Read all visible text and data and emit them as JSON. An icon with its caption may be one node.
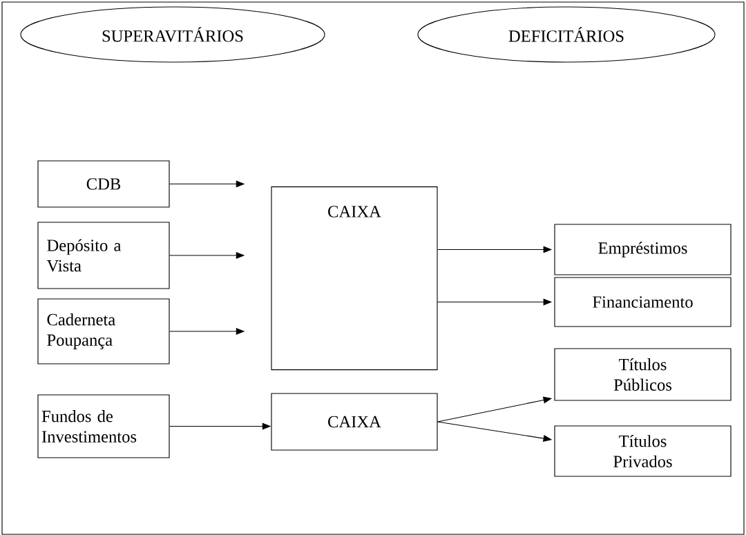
{
  "diagram": {
    "nodes": [
      {
        "text": [
          "SUPERAVITÁRIOS"
        ]
      },
      {
        "text": [
          "DEFICITÁRIOS"
        ]
      },
      {
        "text": [
          "CDB"
        ]
      },
      {
        "text": [
          "Depósito a Vista"
        ]
      },
      {
        "text": [
          "Caderneta Poupança"
        ]
      },
      {
        "text": [
          "Fundos de Investimentos"
        ]
      },
      {
        "text": [
          "CAIXA"
        ]
      },
      {
        "text": [
          "CAIXA"
        ]
      },
      {
        "text": [
          "Empréstimos"
        ]
      },
      {
        "text": [
          "Financiamento"
        ]
      },
      {
        "text": [
          "Títulos Públicos"
        ]
      },
      {
        "text": [
          "Títulos Privados"
        ]
      }
    ],
    "edges": [
      {
        "from": 2,
        "to": 6,
        "arrow": "to"
      },
      {
        "from": 3,
        "to": 6,
        "arrow": "to"
      },
      {
        "from": 4,
        "to": 6,
        "arrow": "to"
      },
      {
        "from": 5,
        "to": 7,
        "arrow": "to"
      },
      {
        "from": 6,
        "to": 8,
        "arrow": "to"
      },
      {
        "from": 6,
        "to": 9,
        "arrow": "to"
      },
      {
        "from": 7,
        "to": 10,
        "arrow": "to"
      },
      {
        "from": 7,
        "to": 11,
        "arrow": "to"
      }
    ]
  }
}
